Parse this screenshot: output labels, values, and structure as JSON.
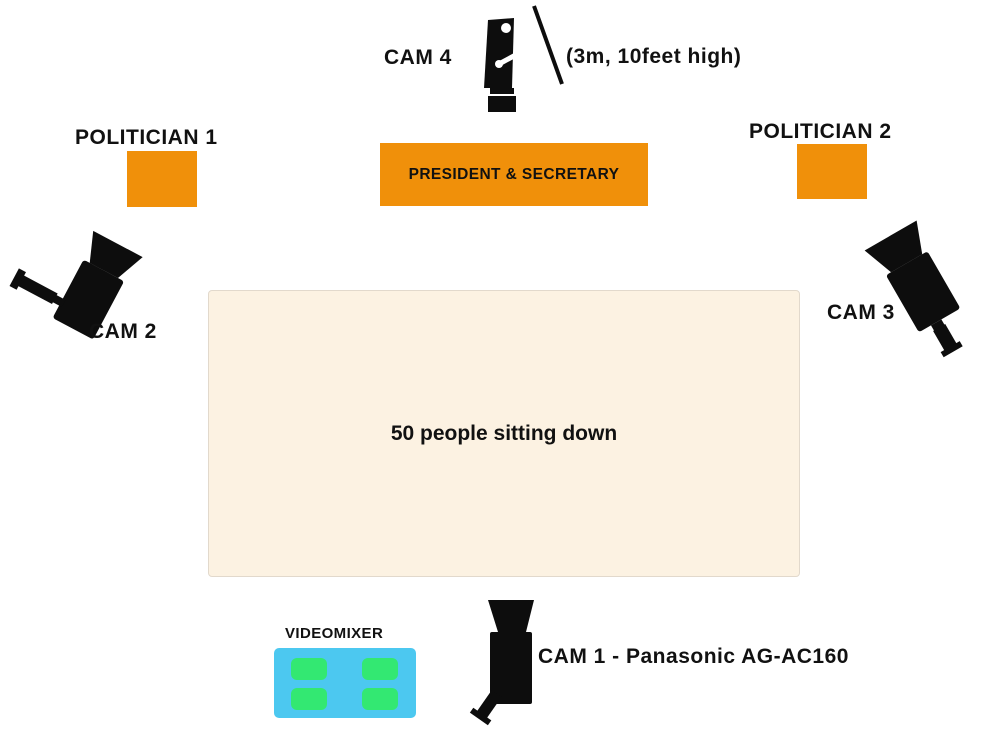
{
  "cameras": {
    "cam1": "CAM 1 - Panasonic AG-AC160",
    "cam2": "CAM 2",
    "cam3": "CAM 3",
    "cam4": "CAM 4",
    "cam4_note": "(3m, 10feet high)"
  },
  "participants": {
    "politician1": "POLITICIAN 1",
    "politician2": "POLITICIAN 2",
    "president": "PRESIDENT & SECRETARY"
  },
  "audience": {
    "label": "50 people sitting down"
  },
  "videomixer": {
    "label": "VIDEOMIXER"
  },
  "colors": {
    "table": "#f0900a",
    "audience_area": "#fcf2e2",
    "mixer_body": "#4cc8f0",
    "mixer_buttons": "#33e872",
    "camera": "#0d0d0d"
  },
  "icons": [
    "video-camera-icon",
    "crane-camera-icon"
  ]
}
